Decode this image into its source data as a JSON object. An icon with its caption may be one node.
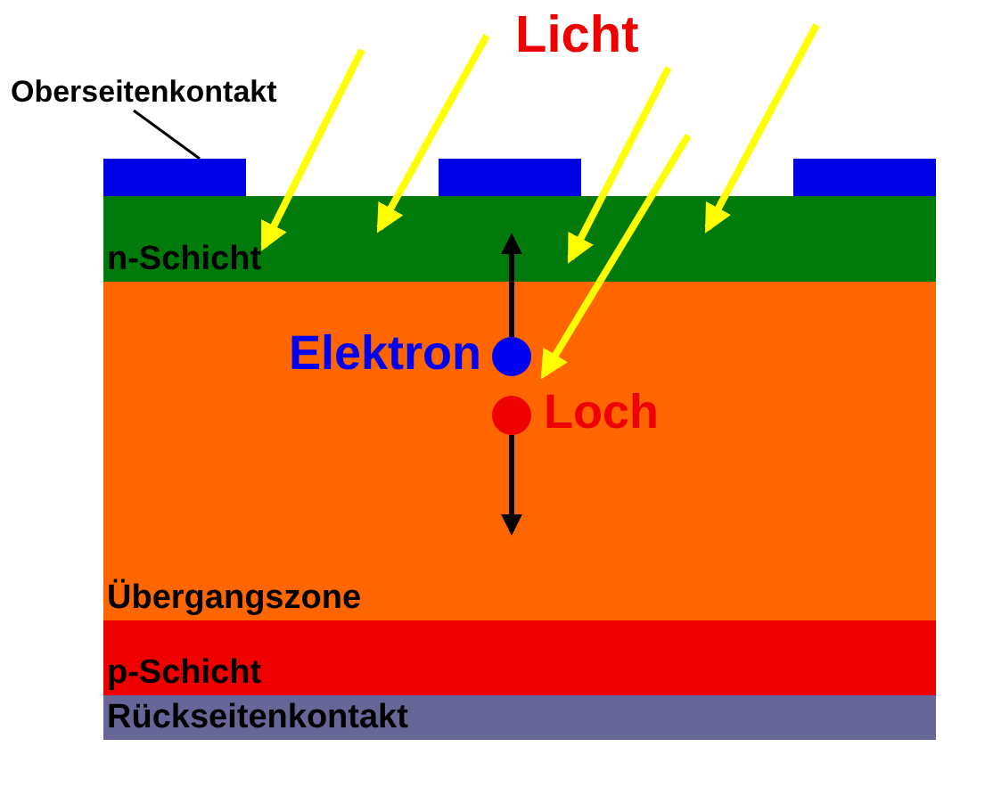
{
  "diagram": {
    "nodes": [
      {
        "text": [
          "Oberseitenkontakt"
        ]
      },
      {
        "text": [],
        "shape": "bar"
      },
      {
        "text": [],
        "shape": "bar"
      },
      {
        "text": [],
        "shape": "bar"
      },
      {
        "text": [
          "n-Schicht"
        ]
      },
      {
        "text": [
          "Übergangszone"
        ]
      },
      {
        "text": [
          "p-Schicht"
        ]
      },
      {
        "text": [
          "Rückseitenkontakt"
        ]
      },
      {
        "text": [],
        "shape": "circle",
        "beside": [
          "Elektron"
        ],
        "in": 5
      },
      {
        "text": [],
        "shape": "circle",
        "beside": [
          "Loch"
        ],
        "in": 5
      }
    ],
    "edges": [
      {
        "from": 0,
        "to": 1,
        "arrow": "none",
        "color": "#000000"
      },
      {
        "from": null,
        "to": 4,
        "arrow": "to"
      },
      {
        "from": null,
        "to": 4,
        "arrow": "to"
      },
      {
        "from": null,
        "to": 4,
        "arrow": "to"
      },
      {
        "from": null,
        "to": 4,
        "arrow": "to"
      },
      {
        "from": null,
        "to": 5,
        "arrow": "to"
      },
      {
        "from": 8,
        "to": 4,
        "arrow": "to",
        "color": "#000000"
      },
      {
        "from": 9,
        "to": null,
        "arrow": "to",
        "color": "#000000"
      }
    ],
    "labels": [
      "Licht"
    ]
  }
}
